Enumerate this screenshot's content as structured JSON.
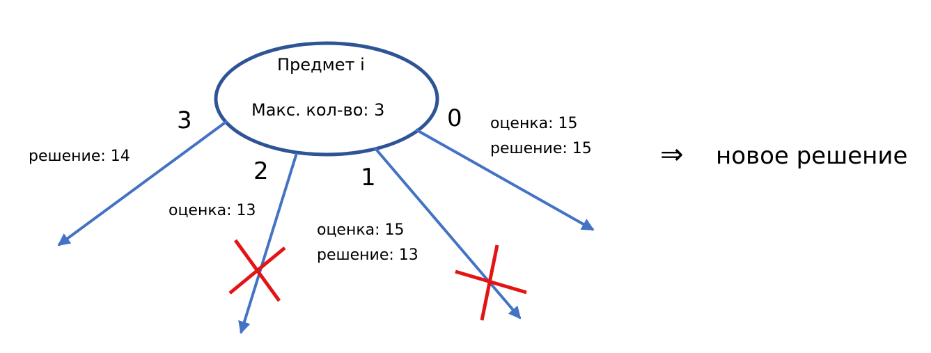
{
  "node": {
    "title": "Предмет i",
    "max_label": "Макс. кол-во: 3"
  },
  "branches": [
    {
      "label": "3",
      "info": [
        "решение: 14"
      ],
      "pruned": false
    },
    {
      "label": "2",
      "info": [
        "оценка: 13"
      ],
      "pruned": true
    },
    {
      "label": "1",
      "info": [
        "оценка: 15",
        "решение: 13"
      ],
      "pruned": true
    },
    {
      "label": "0",
      "info": [
        "оценка: 15",
        "решение: 15"
      ],
      "pruned": false
    }
  ],
  "result": {
    "symbol": "⇒",
    "text": "новое решение"
  },
  "colors": {
    "node_stroke": "#2F5496",
    "edge": "#4472C4",
    "cross": "#E31414"
  }
}
